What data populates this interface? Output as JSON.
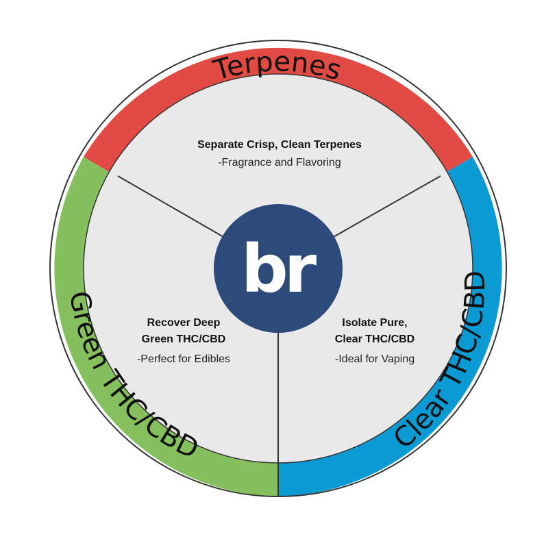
{
  "colors": {
    "terpenes_ring": "#e24b43",
    "clear_ring": "#0b9bd4",
    "green_ring": "#86bf5d",
    "inner_disk": "#e9e9e9",
    "logo_disk": "#2c4a7a",
    "logo_text": "#ffffff",
    "divider": "#333333",
    "outline": "#333333"
  },
  "logo": {
    "text": "br",
    "icon": "br-logo-icon"
  },
  "segments": {
    "terpenes": {
      "ring_label": "Terpenes",
      "title_lines": [
        "Separate Crisp, Clean Terpenes"
      ],
      "subtitle": "-Fragrance and Flavoring"
    },
    "clear": {
      "ring_label": "Clear THC/CBD",
      "title_lines": [
        "Isolate Pure,",
        "Clear THC/CBD"
      ],
      "subtitle": "-Ideal for Vaping"
    },
    "green": {
      "ring_label": "Green THC/CBD",
      "title_lines": [
        "Recover Deep",
        "Green THC/CBD"
      ],
      "subtitle": "-Perfect for Edibles"
    }
  }
}
